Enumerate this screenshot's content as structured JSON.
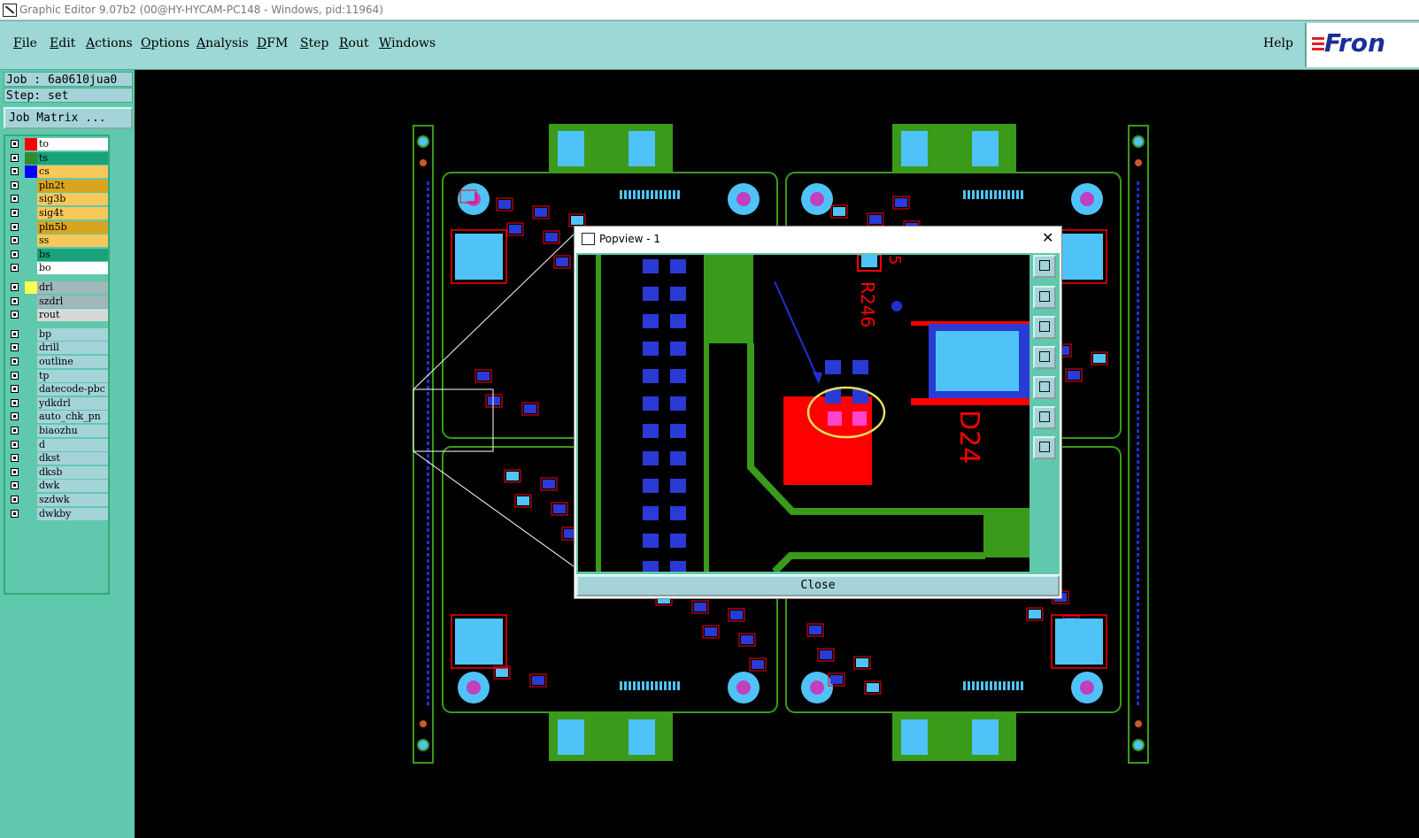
{
  "window": {
    "title": "Graphic Editor 9.07b2 (00@HY-HYCAM-PC148 - Windows, pid:11964)"
  },
  "menubar": {
    "items": [
      "File",
      "Edit",
      "Actions",
      "Options",
      "Analysis",
      "DFM",
      "Step",
      "Rout",
      "Windows"
    ],
    "help": "Help",
    "logo": "Fron"
  },
  "panel": {
    "job": "Job : 6a0610jua0",
    "step": "Step: set",
    "job_matrix": "Job Matrix ...",
    "layers": [
      {
        "name": "to",
        "color": "#ffffff",
        "swatch": "#ff0000"
      },
      {
        "name": "ts",
        "color": "#1aa37a",
        "swatch": "#2e8b2e"
      },
      {
        "name": "cs",
        "color": "#f7c85a",
        "swatch": "#0000ff"
      },
      {
        "name": "pln2t",
        "color": "#d9a520",
        "swatch": ""
      },
      {
        "name": "sig3b",
        "color": "#f7c85a",
        "swatch": ""
      },
      {
        "name": "sig4t",
        "color": "#f7c85a",
        "swatch": ""
      },
      {
        "name": "pln5b",
        "color": "#d9a520",
        "swatch": ""
      },
      {
        "name": "ss",
        "color": "#f7c85a",
        "swatch": ""
      },
      {
        "name": "bs",
        "color": "#1aa37a",
        "swatch": ""
      },
      {
        "name": "bo",
        "color": "#ffffff",
        "swatch": ""
      },
      {
        "name": "drl",
        "color": "#a0b8bc",
        "swatch": "#ffff55"
      },
      {
        "name": "szdrl",
        "color": "#a0b8bc",
        "swatch": ""
      },
      {
        "name": "rout",
        "color": "#d8d8d8",
        "swatch": ""
      },
      {
        "name": "bp",
        "color": "#a4d4d9",
        "swatch": ""
      },
      {
        "name": "drill",
        "color": "#a4d4d9",
        "swatch": ""
      },
      {
        "name": "outline",
        "color": "#a4d4d9",
        "swatch": ""
      },
      {
        "name": "tp",
        "color": "#a4d4d9",
        "swatch": ""
      },
      {
        "name": "datecode-pbc",
        "color": "#a4d4d9",
        "swatch": ""
      },
      {
        "name": "ydkdrl",
        "color": "#a4d4d9",
        "swatch": ""
      },
      {
        "name": "auto_chk_pn",
        "color": "#a4d4d9",
        "swatch": ""
      },
      {
        "name": "biaozhu",
        "color": "#a4d4d9",
        "swatch": ""
      },
      {
        "name": "d",
        "color": "#a4d4d9",
        "swatch": ""
      },
      {
        "name": "dkst",
        "color": "#a4d4d9",
        "swatch": ""
      },
      {
        "name": "dksb",
        "color": "#a4d4d9",
        "swatch": ""
      },
      {
        "name": "dwk",
        "color": "#a4d4d9",
        "swatch": ""
      },
      {
        "name": "szdwk",
        "color": "#a4d4d9",
        "swatch": ""
      },
      {
        "name": "dwkby",
        "color": "#a4d4d9",
        "swatch": ""
      }
    ]
  },
  "popview": {
    "title": "Popview - 1",
    "close_x": "✕",
    "close_button": "Close",
    "labels": [
      "R246",
      "D24",
      "5"
    ],
    "tool_icons": [
      "zoom-window-icon",
      "pan-up-icon",
      "pan-down-icon",
      "pan-left-icon",
      "pan-right-icon",
      "zoom-fit-icon",
      "center-icon"
    ]
  },
  "colors": {
    "accent": "#9ed8d6",
    "panel": "#5fc8ad",
    "copper_top": "#ff0000",
    "pads": "#4fc3f7",
    "board": "#3a9a1a"
  }
}
